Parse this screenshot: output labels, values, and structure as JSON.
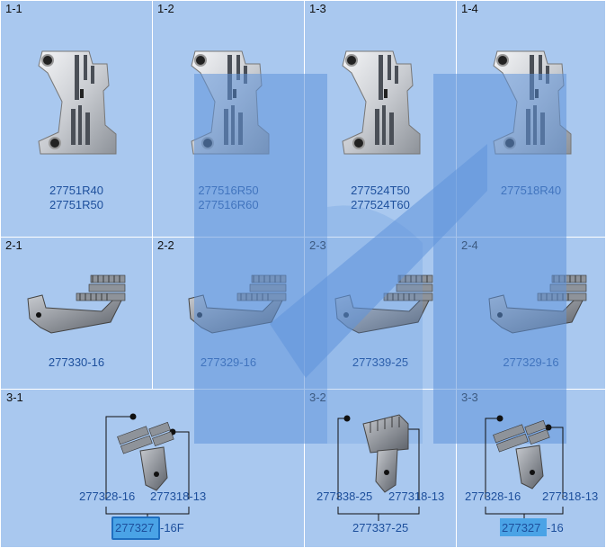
{
  "row1": [
    {
      "label": "1-1",
      "codes": [
        "27751R40",
        "27751R50"
      ]
    },
    {
      "label": "1-2",
      "codes": [
        "277516R50",
        "277516R60"
      ]
    },
    {
      "label": "1-3",
      "codes": [
        "277524T50",
        "277524T60"
      ]
    },
    {
      "label": "1-4",
      "codes": [
        "277518R40"
      ]
    }
  ],
  "row2": [
    {
      "label": "2-1",
      "code": "277330-16"
    },
    {
      "label": "2-2",
      "code": "277329-16"
    },
    {
      "label": "2-3",
      "code": "277339-25"
    },
    {
      "label": "2-4",
      "code": "277329-16"
    }
  ],
  "row3": [
    {
      "label": "3-1",
      "left_code": "277328-16",
      "right_code": "277318-13",
      "bottom_code_hl": "277327",
      "bottom_code_rest": "-16F"
    },
    {
      "label": "3-2",
      "left_code": "277338-25",
      "right_code": "277318-13",
      "bottom_code": "277337-25"
    },
    {
      "label": "3-3",
      "left_code": "277328-16",
      "right_code": "277318-13",
      "bottom_code_hl": "277327",
      "bottom_code_rest": "-16"
    }
  ],
  "colors": {
    "cell_bg": "#a9c8ef",
    "code_text": "#1d4f9c",
    "highlight": "#4aa3e6"
  }
}
